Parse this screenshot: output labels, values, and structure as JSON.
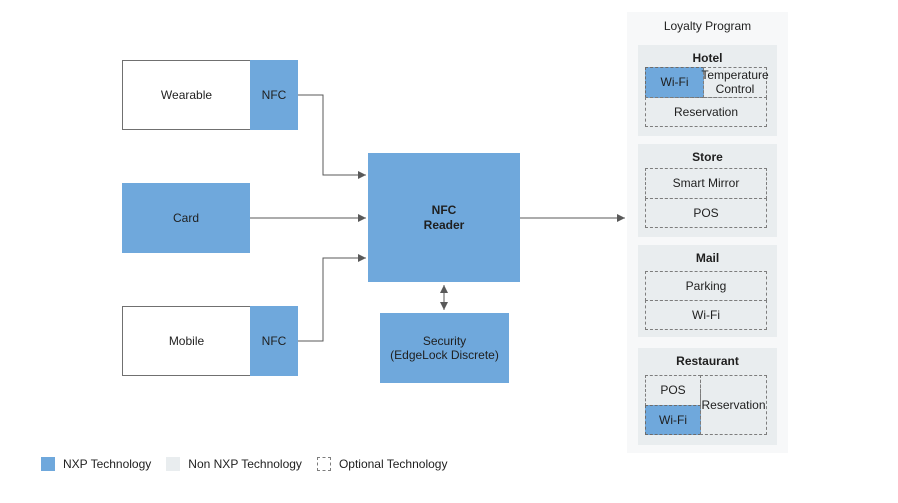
{
  "devices": {
    "wearable": {
      "label": "Wearable",
      "nfc": "NFC"
    },
    "card": {
      "label": "Card"
    },
    "mobile": {
      "label": "Mobile",
      "nfc": "NFC"
    }
  },
  "reader": {
    "label": "NFC\nReader"
  },
  "security": {
    "label": "Security\n(EdgeLock Discrete)"
  },
  "loyalty": {
    "title": "Loyalty Program",
    "hotel": {
      "title": "Hotel",
      "wifi": "Wi-Fi",
      "temperature": "Temperature\nControl",
      "reservation": "Reservation"
    },
    "store": {
      "title": "Store",
      "smart_mirror": "Smart Mirror",
      "pos": "POS"
    },
    "mail": {
      "title": "Mail",
      "parking": "Parking",
      "wifi": "Wi-Fi"
    },
    "restaurant": {
      "title": "Restaurant",
      "pos": "POS",
      "wifi": "Wi-Fi",
      "reservation": "Reservation"
    }
  },
  "legend": {
    "nxp": "NXP Technology",
    "non_nxp": "Non NXP Technology",
    "optional": "Optional Technology"
  },
  "colors": {
    "nxp_blue": "#6fa8dc",
    "non_nxp_gray": "#e9edef",
    "panel_bg": "#f7f8f9",
    "arrow": "#595959"
  }
}
